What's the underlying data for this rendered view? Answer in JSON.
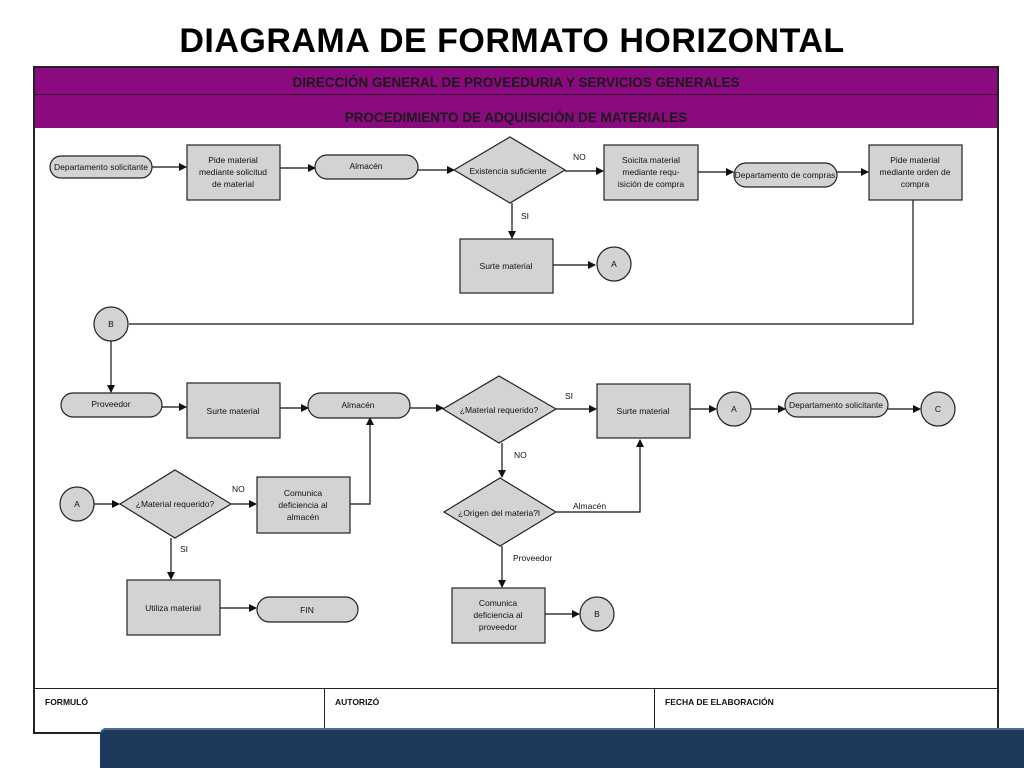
{
  "page_title": "DIAGRAMA DE FORMATO HORIZONTAL",
  "header": {
    "line1": "DIRECCIÓN GENERAL DE PROVEEDURIA Y SERVICIOS GENERALES",
    "line2": "PROCEDIMIENTO DE ADQUISICIÓN  DE MATERIALES"
  },
  "nodes": {
    "dept_solicitante_1": "Departamento solicitante",
    "pide_solicitud": [
      "Pide material",
      "mediante solicitud",
      "de material"
    ],
    "almacen_1": "Almacén",
    "existencia": "Existencia suficiente",
    "solicita_req": [
      "Soicita material",
      "mediante requ-",
      "isición de compra"
    ],
    "dept_compras": "Departamento de compras",
    "pide_orden": [
      "Pide material",
      "mediante orden de",
      "compra"
    ],
    "surte_1": "Surte material",
    "conn_a1": "A",
    "conn_b1": "B",
    "proveedor": "Proveedor",
    "surte_2": "Surte material",
    "almacen_2": "Almacén",
    "mat_req_1": "¿Material requerido?",
    "surte_3": "Surte material",
    "conn_a2": "A",
    "dept_solicitante_2": "Departamento solicitante",
    "conn_c": "C",
    "conn_a3": "A",
    "mat_req_2": "¿Material requerido?",
    "comunica_almacen": [
      "Comunica",
      "deficiencia al",
      "almacén"
    ],
    "utiliza": "Utiliza material",
    "fin": "FIN",
    "origen": "¿Origen del materia?l",
    "comunica_proveedor": [
      "Comunica",
      "deficiencia al",
      "proveedor"
    ],
    "conn_b2": "B"
  },
  "labels": {
    "no_1": "NO",
    "si_1": "SI",
    "si_2": "SI",
    "no_2": "NO",
    "almacen_edge": "Almacén",
    "proveedor_edge": "Proveedor",
    "no_3": "NO",
    "si_3": "SI"
  },
  "footer": {
    "formulo": "FORMULÓ",
    "autorizo": "AUTORIZÓ",
    "fecha": "FECHA DE ELABORACIÓN"
  },
  "colors": {
    "band": "#8b0a80",
    "node_fill": "#d3d3d3",
    "footer_bar": "#1d3a5c"
  }
}
